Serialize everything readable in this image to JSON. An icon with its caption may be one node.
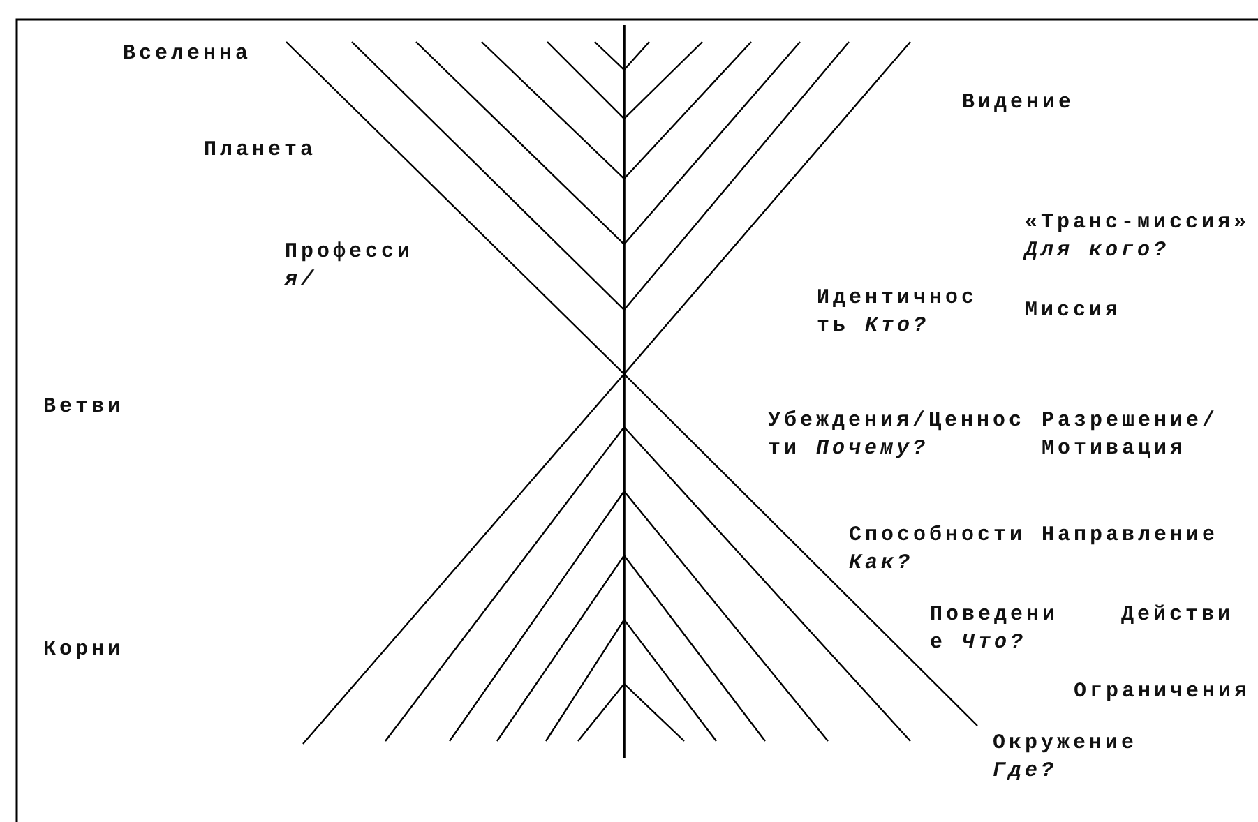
{
  "diagram": {
    "labels": [
      "Вселенна",
      "Видение",
      "Планета",
      "Професси *я/*",
      "«Транс-миссия» *Для кого?*",
      "Идентичнос ть *Кто?*",
      "Миссия",
      "Ветви",
      "Убеждения/Ценнос ти *Почему?*",
      "Разрешение/ Мотивация",
      "Способности *Как?*",
      "Направление",
      "Поведени е *Что?*",
      "Действи",
      "Корни",
      "Ограничения",
      "Окружение *Где?*"
    ]
  }
}
